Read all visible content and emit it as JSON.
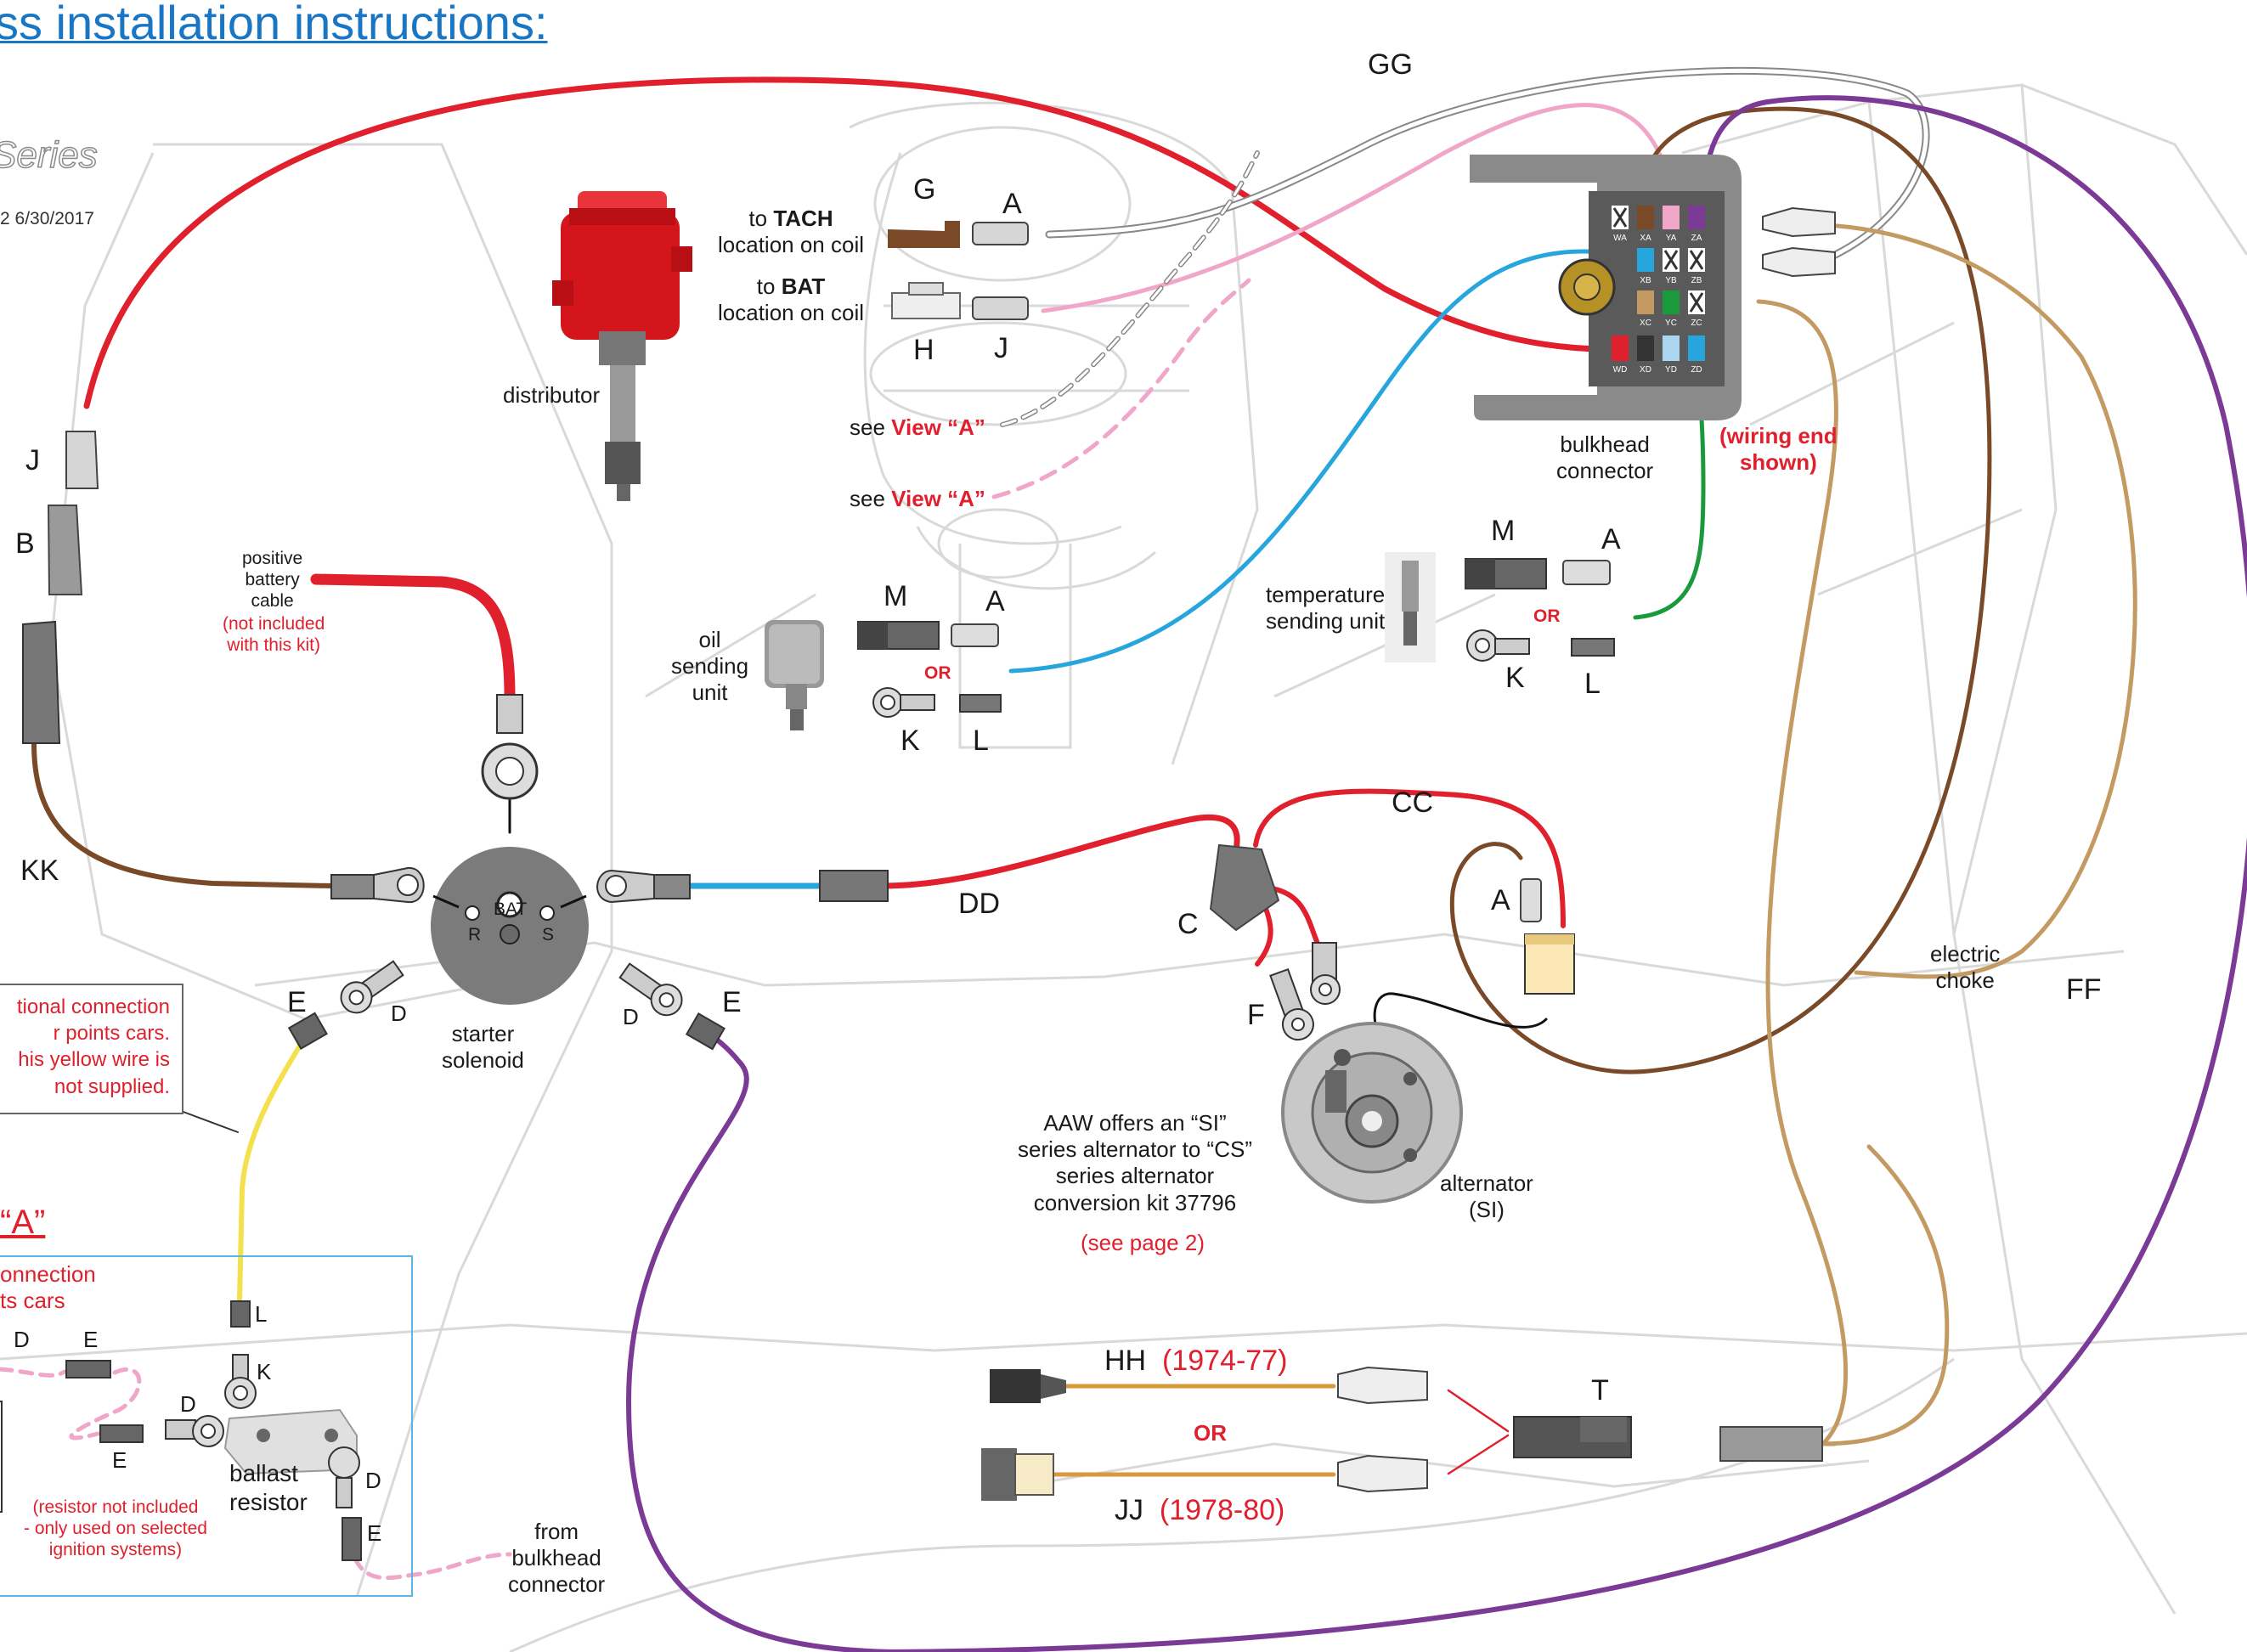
{
  "page": {
    "title": "ss installation instructions:",
    "series": "Series",
    "doc_ref": "2    6/30/2017"
  },
  "components": {
    "distributor": "distributor",
    "bulkhead": "bulkhead\nconnector",
    "wiring_end": "(wiring end\nshown)",
    "temp_sender": "temperature\nsending unit",
    "oil_sender": "oil\nsending\nunit",
    "starter": "starter\nsolenoid",
    "alternator": "alternator\n(SI)",
    "electric_choke": "electric\nchoke",
    "ballast": "ballast\nresistor",
    "ballast_note": "(resistor not included\n- only used on selected\nignition systems)",
    "from_bulkhead": "from\nbulkhead\nconnector",
    "battery_cable": "positive\nbattery\ncable",
    "battery_note": "(not included\nwith this kit)",
    "aaw_note": "AAW offers an “SI”\nseries alternator to “CS”\nseries alternator\nconversion kit 37796",
    "aaw_page": "(see page 2)",
    "optional_note": "tional connection\nr points cars.\nhis yellow wire is\nnot supplied.",
    "view_a_title": "“A”",
    "view_a_note": "onnection\nts cars"
  },
  "coil": {
    "tach_pre": "to ",
    "tach_bold": "TACH",
    "tach_post": "location on coil",
    "bat_pre": "to ",
    "bat_bold": "BAT",
    "bat_post": "location on coil"
  },
  "see_view": {
    "prefix": "see ",
    "link": "View “A”"
  },
  "solenoid_terms": {
    "bat": "BAT",
    "r": "R",
    "s": "S"
  },
  "bulkhead_pins": [
    "WA",
    "XA",
    "YA",
    "ZA",
    "XB",
    "YB",
    "ZB",
    "XC",
    "YC",
    "ZC",
    "WD",
    "XD",
    "YD",
    "ZD"
  ],
  "letters": {
    "G": "G",
    "A": "A",
    "H": "H",
    "J": "J",
    "M": "M",
    "K": "K",
    "L": "L",
    "B": "B",
    "C": "C",
    "D": "D",
    "E": "E",
    "F": "F",
    "T": "T",
    "GG": "GG",
    "KK": "KK",
    "CC": "CC",
    "DD": "DD",
    "FF": "FF"
  },
  "harness_options": {
    "hh": "HH",
    "hh_years": "(1974-77)",
    "jj": "JJ",
    "jj_years": "(1978-80)"
  },
  "or_label": "OR",
  "colors": {
    "red": "#e0202c",
    "blue": "#27a6dd",
    "brown": "#7a4a28",
    "tan": "#c49a63",
    "purple": "#7b3a96",
    "pink": "#f0a6c8",
    "green": "#1b9a3d",
    "yellow": "#f4e04d",
    "gray": "#9a9a9a",
    "title_blue": "#1976c5"
  }
}
